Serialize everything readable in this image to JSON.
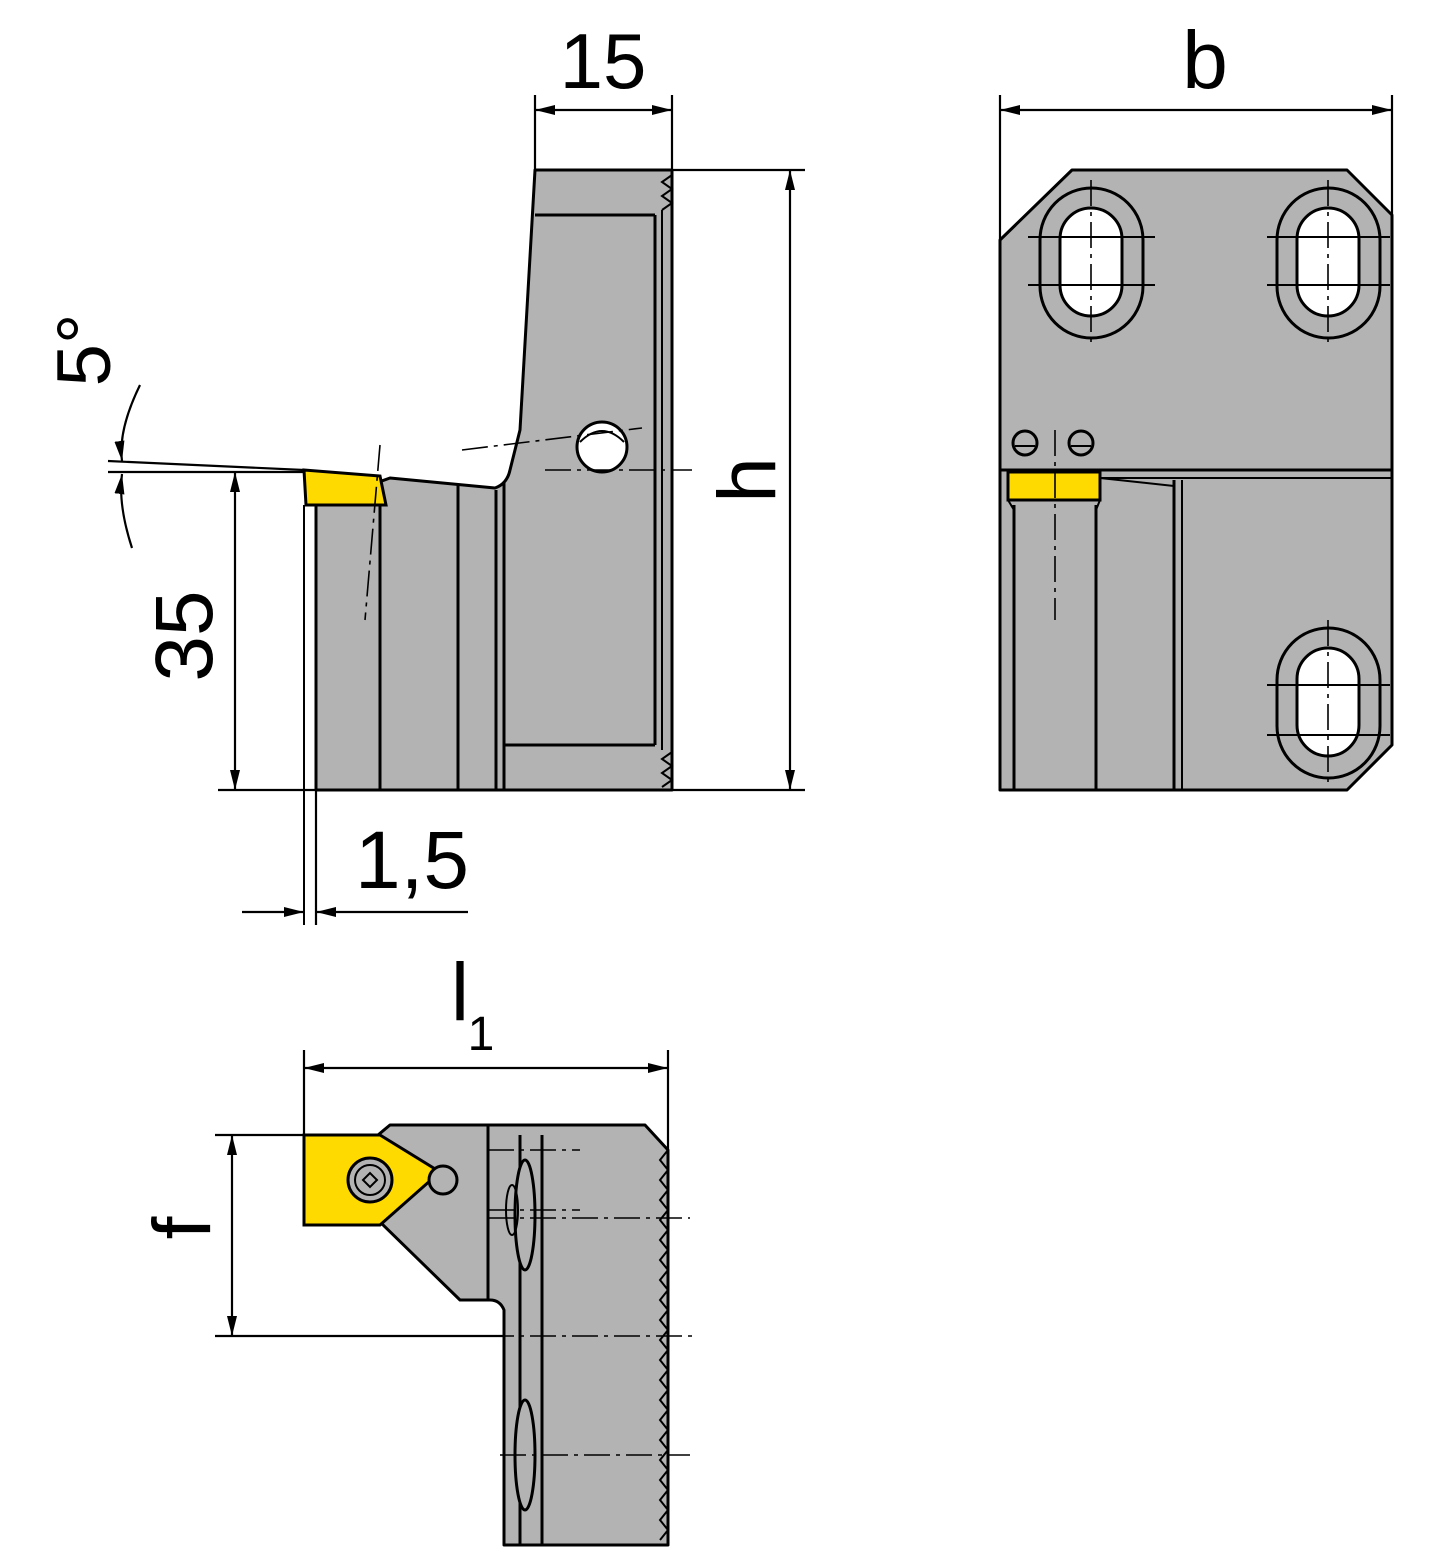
{
  "dimensions": {
    "width_15": "15",
    "height_h": "h",
    "width_b": "b",
    "angle_5": "5°",
    "height_35": "35",
    "offset_1_5": "1,5",
    "length_l": "l",
    "length_l_sub": "1",
    "offset_f": "f"
  },
  "colors": {
    "body": "#b3b3b3",
    "insert": "#ffda00",
    "line": "#000000"
  }
}
